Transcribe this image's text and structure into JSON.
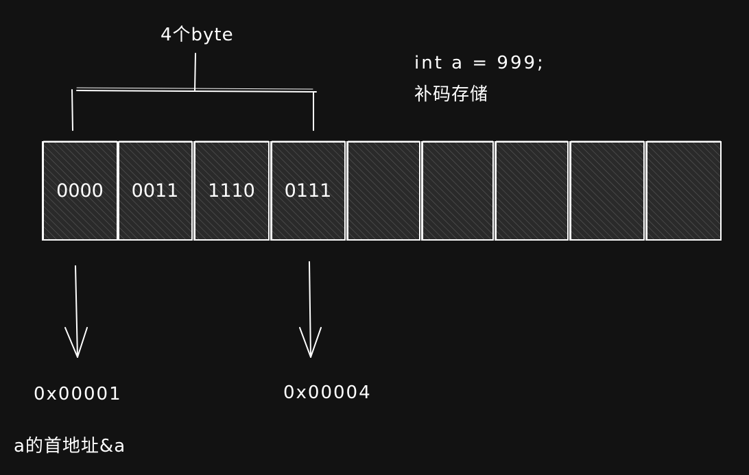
{
  "brace_label": "4个byte",
  "code_line": "int a = 999;",
  "storage_label": "补码存储",
  "cells": [
    "0000",
    "0011",
    "1110",
    "0111",
    "",
    "",
    "",
    "",
    ""
  ],
  "addresses": {
    "first": "0x00001",
    "fourth": "0x00004",
    "caption": "a的首地址&a"
  },
  "colors": {
    "background": "#121212",
    "stroke": "#ffffff",
    "hatch": "#5a5a5a",
    "cell_fill": "#2a2a2a"
  }
}
